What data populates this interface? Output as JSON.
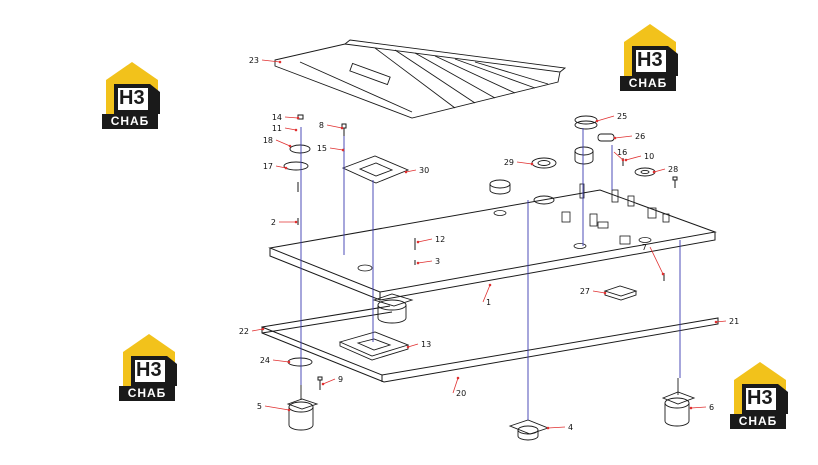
{
  "logo": {
    "letters": "Н3",
    "text": "СНАБ",
    "accent": "#f2c21b",
    "dark": "#1a1a1a"
  },
  "callouts": [
    "23",
    "14",
    "11",
    "18",
    "8",
    "15",
    "17",
    "30",
    "2",
    "12",
    "3",
    "25",
    "26",
    "29",
    "16",
    "10",
    "28",
    "1",
    "7",
    "27",
    "22",
    "13",
    "21",
    "24",
    "9",
    "20",
    "5",
    "4",
    "6"
  ],
  "colors": {
    "line": "#1a1a1a",
    "leader": "#e03030",
    "shaft": "#3a3ab0"
  }
}
